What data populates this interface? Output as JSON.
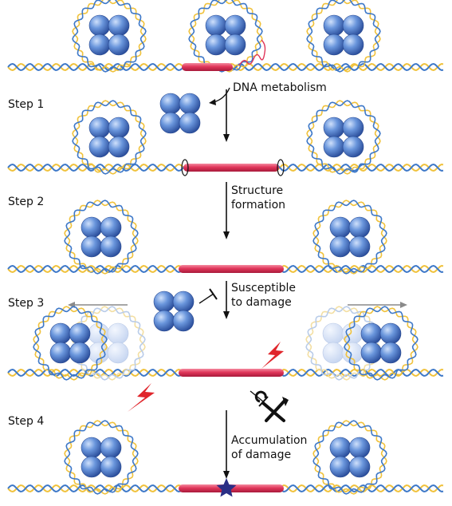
{
  "steps": [
    "Step 1",
    "Step 2",
    "Step 3",
    "Step 4"
  ],
  "annotations": {
    "dna_metabolism": "DNA metabolism",
    "structure_formation": [
      "Structure",
      "formation"
    ],
    "susceptible": [
      "Susceptible",
      "to damage"
    ],
    "accumulation": [
      "Accumulation",
      "of damage"
    ]
  },
  "colors": {
    "histone": "#4f7fcf",
    "strand_yellow": "#f0c23c",
    "strand_blue": "#3d78c8",
    "structure_red": "#e0365a",
    "lightning": "#e0252b",
    "star": "#2b2f86"
  },
  "icons": [
    "nucleosome",
    "histone-octamer",
    "dna-structure",
    "lightning-bolt",
    "repair-wrench",
    "damage-star",
    "arrow-down",
    "inhibition-bar"
  ]
}
